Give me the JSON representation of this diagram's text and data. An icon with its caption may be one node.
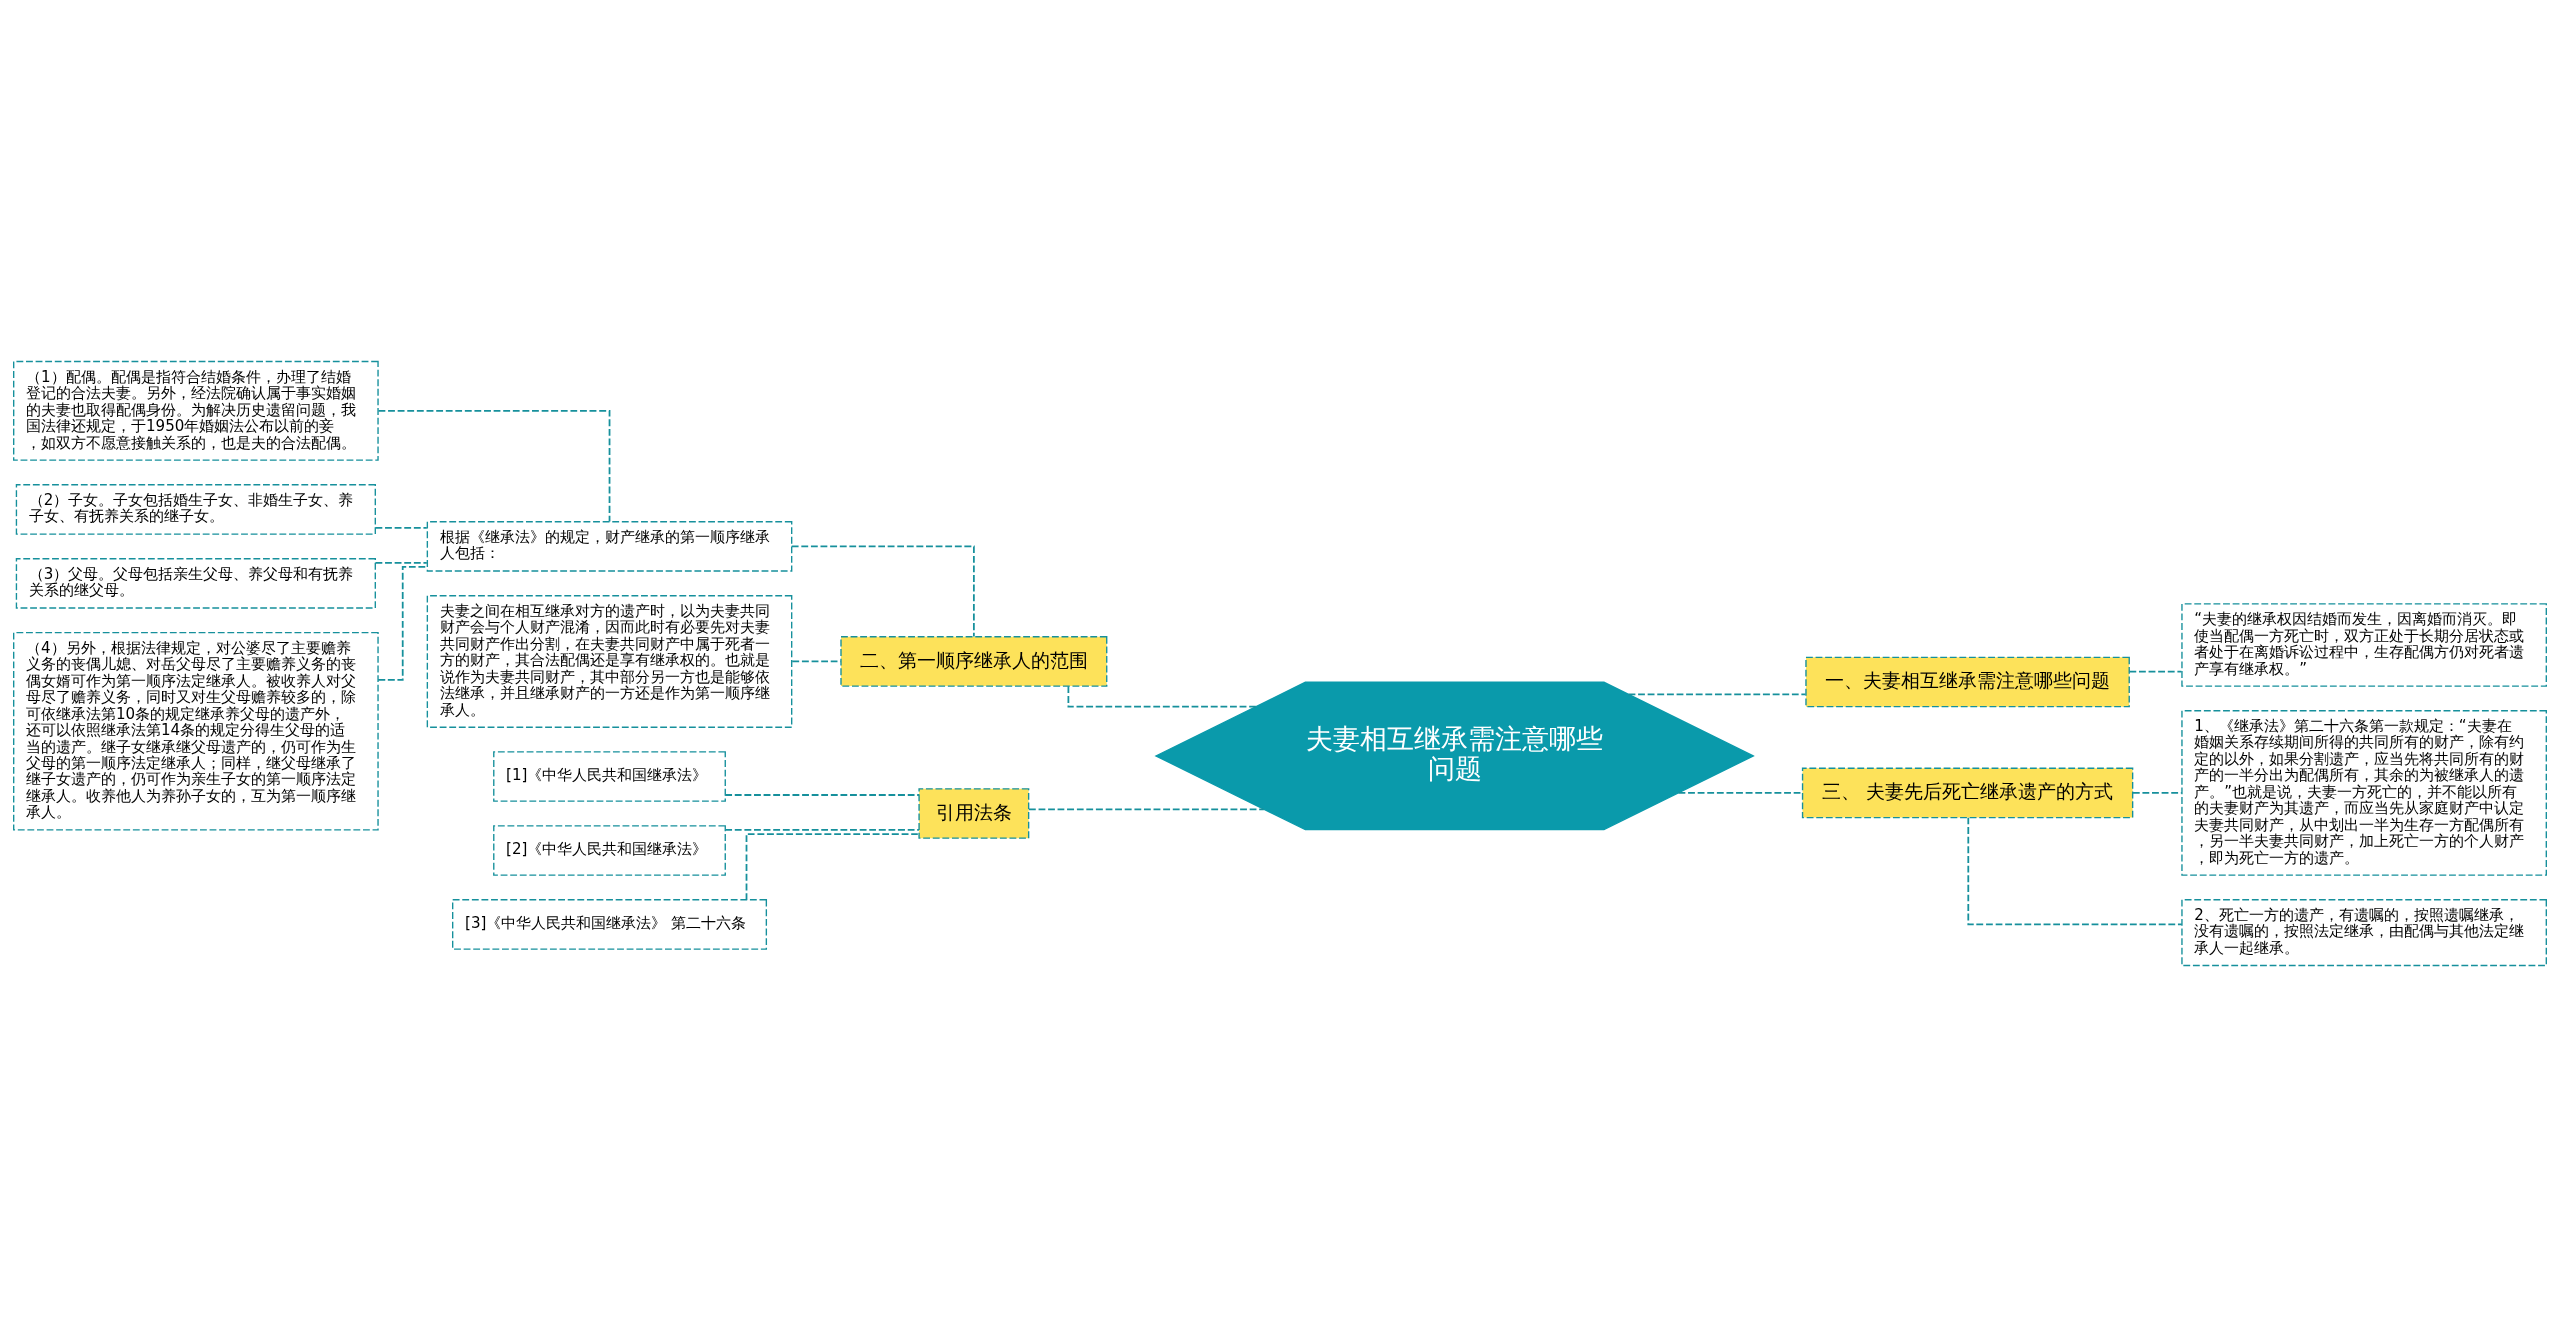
{
  "diagram": {
    "nodes": [
      {
        "text": [
          "夫妻相互继承需注意哪些问题"
        ]
      },
      {
        "text": [
          "一、夫妻相互继承需注意哪些问题"
        ]
      },
      {
        "text": [
          "“夫妻的继承权因结婚而发生，因离婚而消灭。即使当配偶一方死亡时，双方正处于长期分居状态或者处于在离婚诉讼过程中，生存配偶方仍对死者遗产享有继承权。”"
        ]
      },
      {
        "text": [
          "二、第一顺序继承人的范围"
        ]
      },
      {
        "text": [
          "根据《继承法》的规定，财产继承的第一顺序继承人包括："
        ]
      },
      {
        "text": [
          "（1）配偶。配偶是指符合结婚条件，办理了结婚登记的合法夫妻。另外，经法院确认属于事实婚姻的夫妻也取得配偶身份。为解决历史遗留问题，我国法律还规定，于1950年婚姻法公布以前的妾，如双方不愿意接触关系的，也是夫的合法配偶。"
        ]
      },
      {
        "text": [
          "（2）子女。子女包括婚生子女、非婚生子女、养子女、有抚养关系的继子女。"
        ]
      },
      {
        "text": [
          "（3）父母。父母包括亲生父母、养父母和有抚养关系的继父母。"
        ]
      },
      {
        "text": [
          "（4）另外，根据法律规定，对公婆尽了主要赡养义务的丧偶儿媳、对岳父母尽了主要赡养义务的丧偶女婿可作为第一顺序法定继承人。被收养人对父母尽了赡养义务，同时又对生父母赡养较多的，除可依继承法第10条的规定继承养父母的遗产外，还可以依照继承法第14条的规定分得生父母的适当的遗产。继子女继承继父母遗产的，仍可作为生父母的第一顺序法定继承人；同样，继父母继承了继子女遗产的，仍可作为亲生子女的第一顺序法定继承人。收养他人为养孙子女的，互为第一顺序继承人。"
        ]
      },
      {
        "text": [
          "夫妻之间在相互继承对方的遗产时，以为夫妻共同财产会与个人财产混淆，因而此时有必要先对夫妻共同财产作出分割，在夫妻共同财产中属于死者一方的财产，其合法配偶还是享有继承权的。也就是说作为夫妻共同财产，其中部分另一方也是能够依法继承，并且继承财产的一方还是作为第一顺序继承人。"
        ]
      },
      {
        "text": [
          "三、 夫妻先后死亡继承遗产的方式"
        ]
      },
      {
        "text": [
          "1、《继承法》第二十六条第一款规定：“夫妻在婚姻关系存续期间所得的共同所有的财产，除有约定的以外，如果分割遗产，应当先将共同所有的财产的一半分出为配偶所有，其余的为被继承人的遗产。”也就是说，夫妻一方死亡的，并不能以所有的夫妻财产为其遗产，而应当先从家庭财产中认定夫妻共同财产，从中划出一半为生存一方配偶所有，另一半夫妻共同财产，加上死亡一方的个人财产，即为死亡一方的遗产。"
        ]
      },
      {
        "text": [
          "2、死亡一方的遗产，有遗嘱的，按照遗嘱继承，没有遗嘱的，按照法定继承，由配偶与其他法定继承人一起继承。"
        ]
      },
      {
        "text": [
          "引用法条"
        ]
      },
      {
        "text": [
          "[1]《中华人民共和国继承法》"
        ]
      },
      {
        "text": [
          "[2]《中华人民共和国继承法》"
        ]
      },
      {
        "text": [
          "[3]《中华人民共和国继承法》 第二十六条"
        ]
      }
    ],
    "edges": [
      {
        "from": 0,
        "to": 1,
        "arrow": "none",
        "style": "dashed"
      },
      {
        "from": 1,
        "to": 2,
        "arrow": "none",
        "style": "dashed"
      },
      {
        "from": 0,
        "to": 3,
        "arrow": "none",
        "style": "dashed"
      },
      {
        "from": 3,
        "to": 4,
        "arrow": "none",
        "style": "dashed"
      },
      {
        "from": 4,
        "to": 5,
        "arrow": "none",
        "style": "dashed"
      },
      {
        "from": 4,
        "to": 6,
        "arrow": "none",
        "style": "dashed"
      },
      {
        "from": 4,
        "to": 7,
        "arrow": "none",
        "style": "dashed"
      },
      {
        "from": 4,
        "to": 8,
        "arrow": "none",
        "style": "dashed"
      },
      {
        "from": 3,
        "to": 9,
        "arrow": "none",
        "style": "dashed"
      },
      {
        "from": 0,
        "to": 10,
        "arrow": "none",
        "style": "dashed"
      },
      {
        "from": 10,
        "to": 11,
        "arrow": "none",
        "style": "dashed"
      },
      {
        "from": 10,
        "to": 12,
        "arrow": "none",
        "style": "dashed"
      },
      {
        "from": 0,
        "to": 13,
        "arrow": "none",
        "style": "dashed"
      },
      {
        "from": 13,
        "to": 14,
        "arrow": "none",
        "style": "dashed"
      },
      {
        "from": 13,
        "to": 15,
        "arrow": "none",
        "style": "dashed"
      },
      {
        "from": 13,
        "to": 16,
        "arrow": "none",
        "style": "dashed"
      }
    ]
  }
}
